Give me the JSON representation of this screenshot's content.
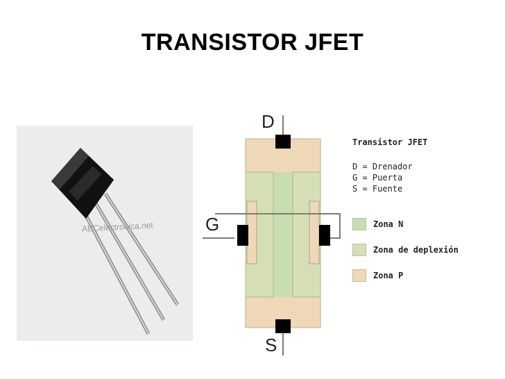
{
  "slide": {
    "title": "TRANSISTOR JFET"
  },
  "photo": {
    "watermark": "ABCelectronica.net"
  },
  "diagram": {
    "terminals": {
      "drain": "D",
      "gate": "G",
      "source": "S"
    },
    "colors": {
      "zona_n": "#c8ddb0",
      "zona_deplexion": "#d6dfb4",
      "zona_p": "#efd8b8",
      "contact": "#000000",
      "outline": "#7a7a7a"
    }
  },
  "legend": {
    "title": "Transistor JFET",
    "definitions": [
      "D = Drenador",
      "G = Puerta",
      "S = Fuente"
    ],
    "zones": [
      {
        "label": "Zona N",
        "color": "#c8ddb0"
      },
      {
        "label": "Zona de deplexión",
        "color": "#d6dfb4"
      },
      {
        "label": "Zona P",
        "color": "#efd8b8"
      }
    ]
  }
}
